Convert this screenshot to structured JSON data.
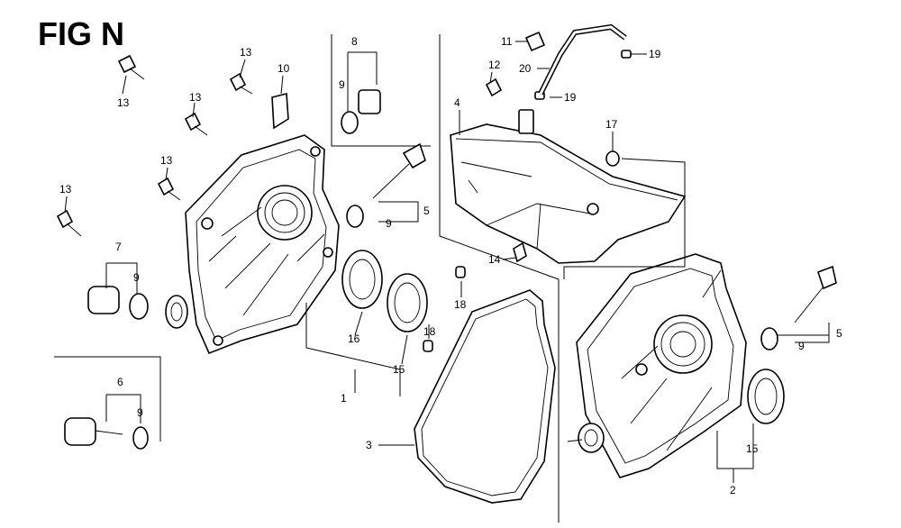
{
  "title": "FIG N",
  "labels": {
    "p1": "1",
    "p2": "2",
    "p3": "3",
    "p4": "4",
    "p5a": "5",
    "p5b": "5",
    "p6": "6",
    "p7": "7",
    "p8": "8",
    "p9a": "9",
    "p9b": "9",
    "p9c": "9",
    "p9d": "9",
    "p9e": "9",
    "p10": "10",
    "p11": "11",
    "p12": "12",
    "p13a": "13",
    "p13b": "13",
    "p13c": "13",
    "p13d": "13",
    "p13e": "13",
    "p14": "14",
    "p15a": "15",
    "p15b": "15",
    "p16": "16",
    "p17": "17",
    "p18a": "18",
    "p18b": "18",
    "p19a": "19",
    "p19b": "19",
    "p20": "20"
  }
}
